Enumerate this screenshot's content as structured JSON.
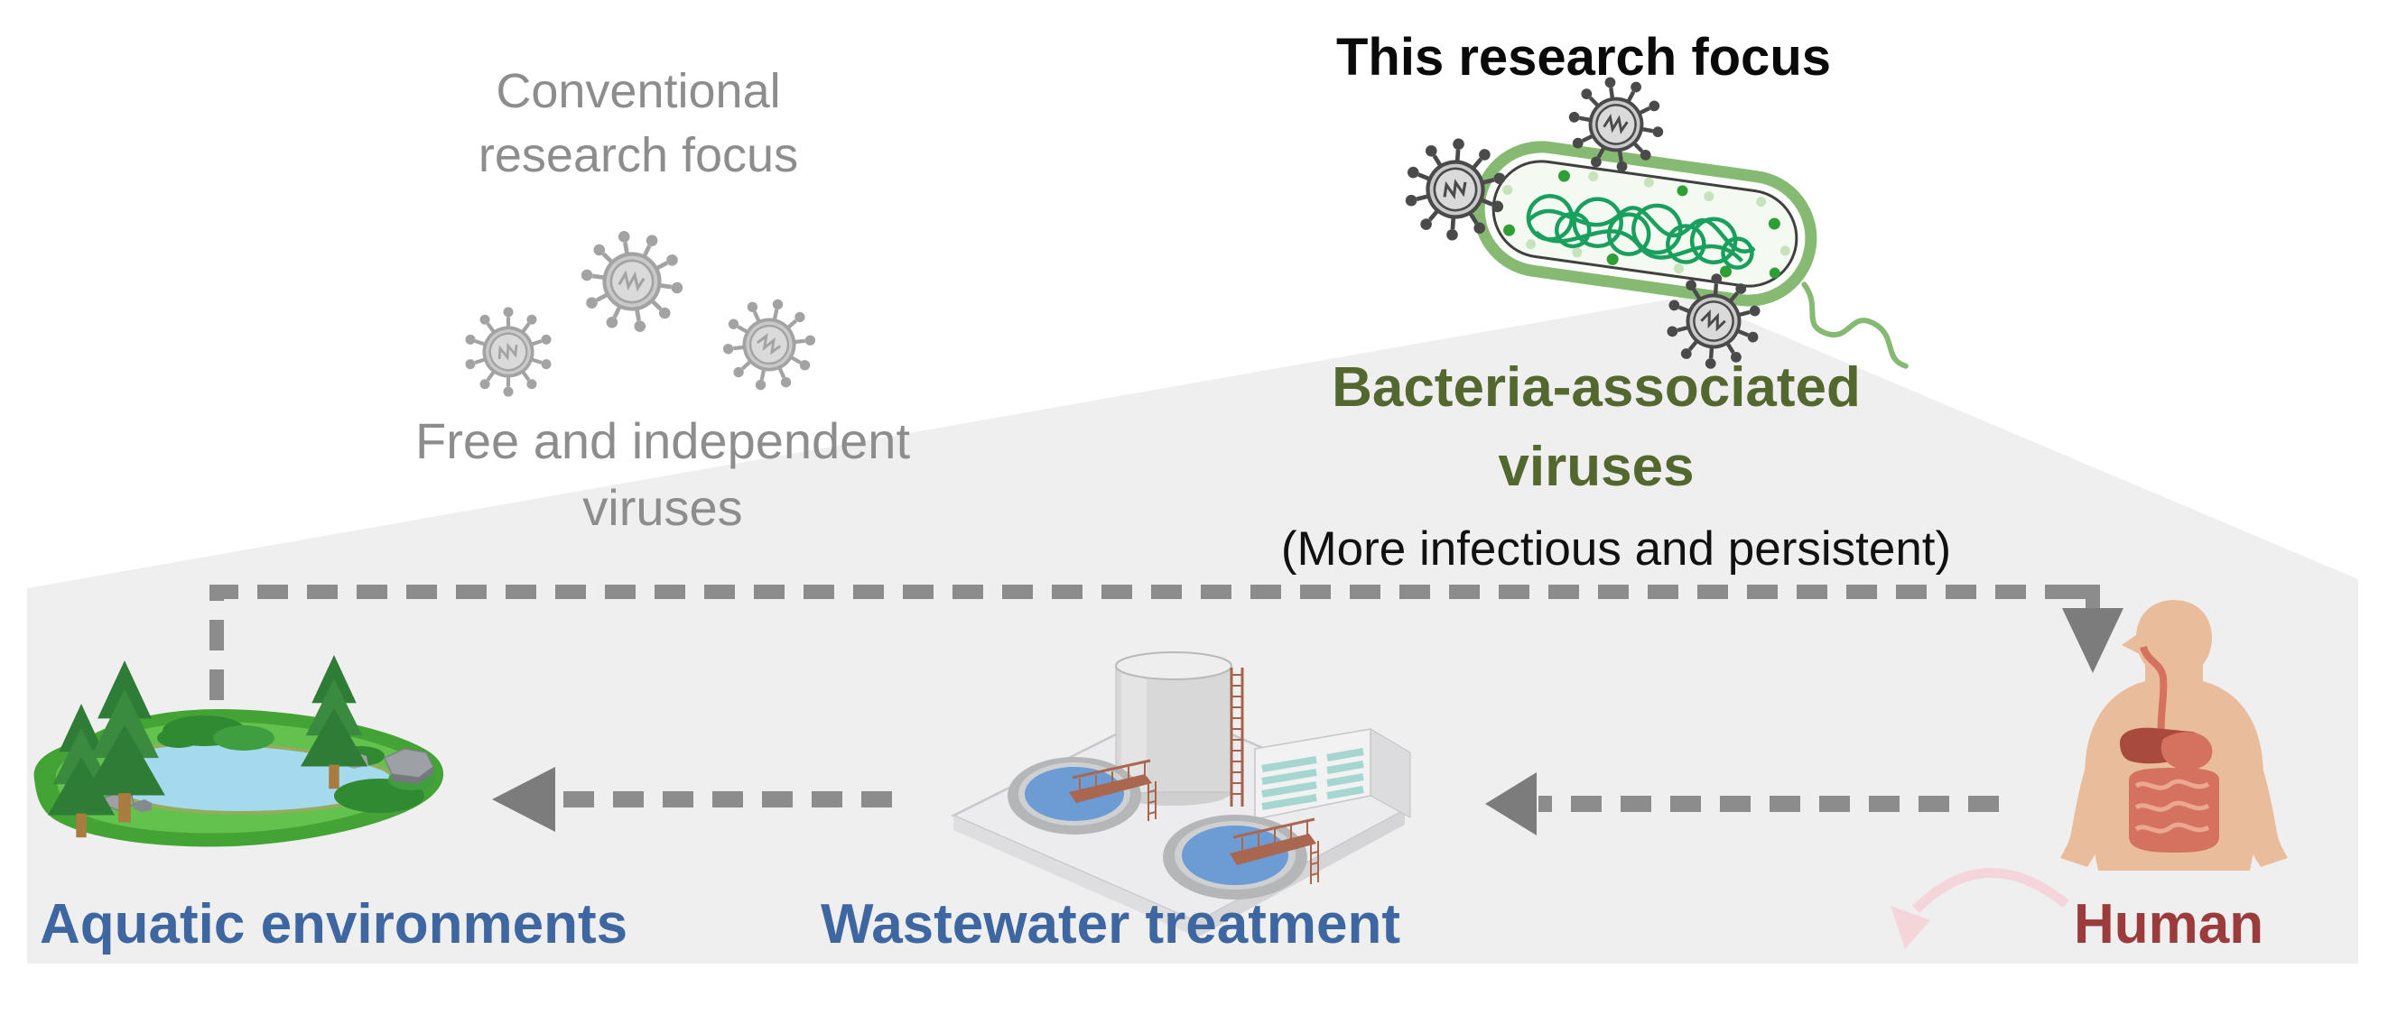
{
  "header": {
    "conventional_focus": "Conventional\nresearch focus",
    "this_focus": "This research focus"
  },
  "captions": {
    "free_viruses": "Free and independent\nviruses",
    "bacteria_viruses": "Bacteria-associated\nviruses",
    "bacteria_note": "(More infectious and persistent)"
  },
  "flow_labels": {
    "aquatic": "Aquatic environments",
    "wastewater": "Wastewater treatment",
    "human": "Human"
  },
  "icons": {
    "free_virus": "virus-particle-icon",
    "attached_virus": "virus-particle-icon",
    "bacterium": "bacterium-cell-icon",
    "pond": "pond-icon",
    "treatment_plant": "wastewater-plant-icon",
    "human_figure": "human-body-icon",
    "exposure_route": "dashed-route-arrow",
    "discharge_arrows": "dashed-left-arrows",
    "excretion_arrow": "pink-curved-arrow"
  },
  "colors": {
    "background": "#ffffff",
    "panel": "#f0eff0",
    "muted_text": "#8d8d8d",
    "accent_green": "#53682e",
    "accent_blue": "#3e66a0",
    "accent_red": "#9c3b3b",
    "dash_gray": "#8c8c8c",
    "arrow_gray": "#7c7c7c",
    "virus_dark": "#4a4a4a",
    "virus_light": "#a3a3a3",
    "bacterium_green": "#86b972",
    "chromosome_green": "#1aa05e",
    "grass_green": "#43a335",
    "water_blue": "#a5d9ed",
    "tank_water_blue": "#6d9bd4",
    "skin_tone": "#e9bd9b",
    "organ_red": "#d4725f",
    "pink_arrow": "#f4d6da"
  }
}
